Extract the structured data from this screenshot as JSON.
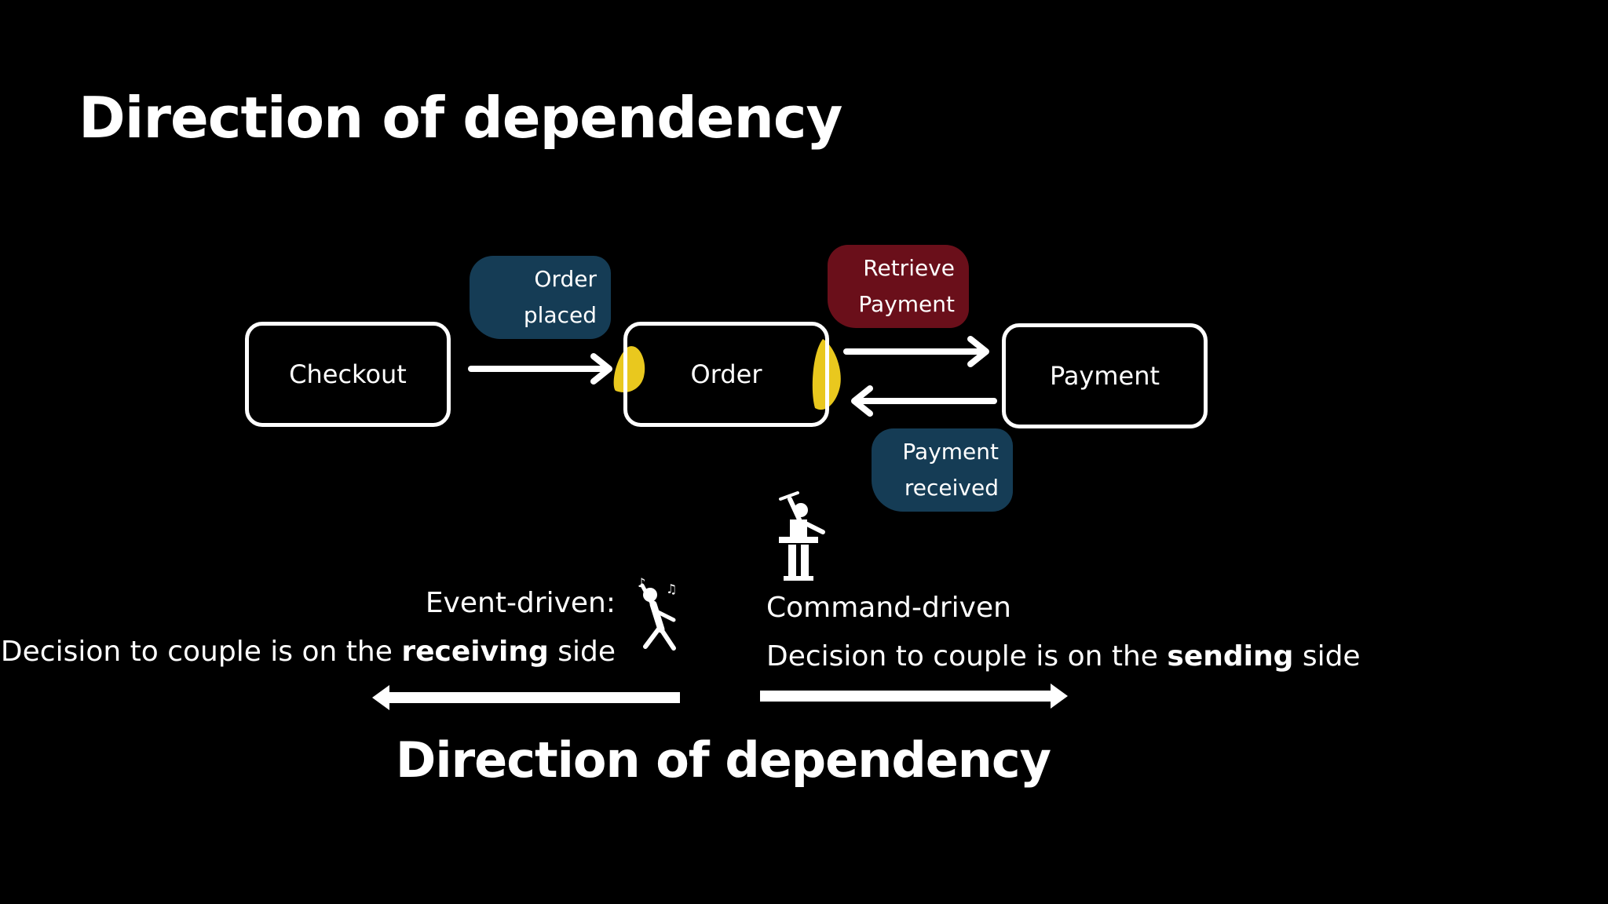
{
  "title": "Direction of dependency",
  "services": {
    "checkout": "Checkout",
    "order": "Order",
    "payment": "Payment"
  },
  "stickies": {
    "order_placed": [
      "Order",
      "placed"
    ],
    "retrieve_payment": [
      "Retrieve",
      "Payment"
    ],
    "payment_received": [
      "Payment",
      "received"
    ]
  },
  "event_driven": {
    "heading": "Event-driven:",
    "sentence_prefix": "Decision to couple is on the ",
    "sentence_bold": "receiving",
    "sentence_suffix": " side",
    "icon": "dancer-icon"
  },
  "command_driven": {
    "heading": "Command-driven",
    "sentence_prefix": "Decision to couple is on the ",
    "sentence_bold": "sending",
    "sentence_suffix": " side",
    "icon": "conductor-icon"
  },
  "bottom_title": "Direction of dependency",
  "colors": {
    "background": "#000000",
    "stroke": "#ffffff",
    "event_sticky": "#153c55",
    "command_sticky": "#6a0f1a",
    "handler": "#e9c81e"
  }
}
